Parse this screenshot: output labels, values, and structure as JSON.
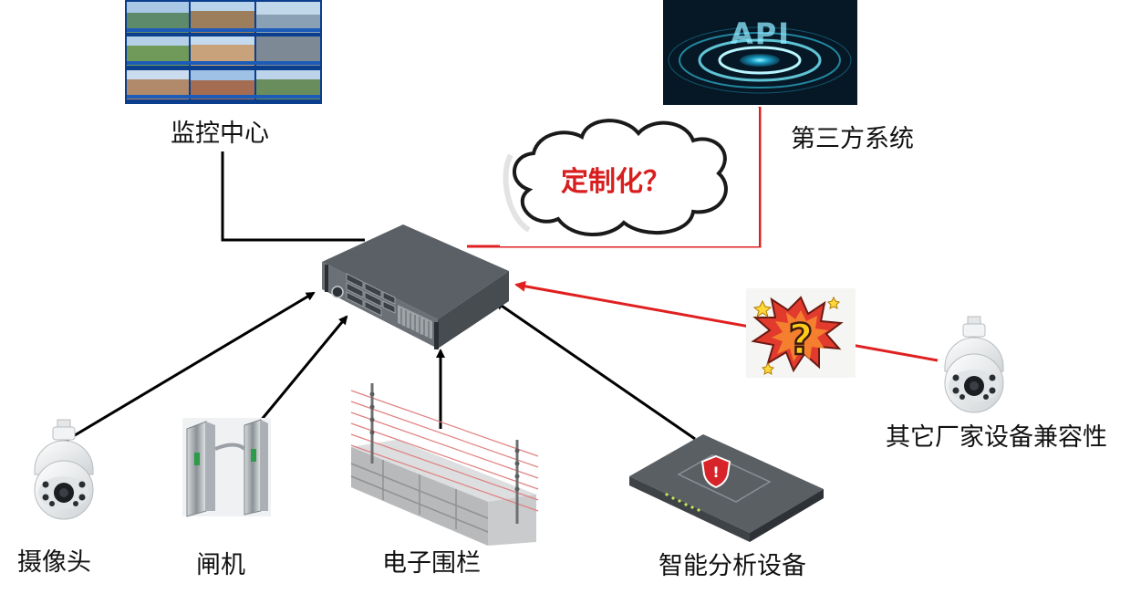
{
  "nodes": {
    "monitor_center": {
      "label": "监控中心"
    },
    "third_party": {
      "label": "第三方系统",
      "image_text": "API"
    },
    "customize": {
      "label": "定制化？"
    },
    "camera": {
      "label": "摄像头"
    },
    "gate": {
      "label": "闸机"
    },
    "fence": {
      "label": "电子围栏"
    },
    "analyzer": {
      "label": "智能分析设备"
    },
    "other_vendor": {
      "label": "其它厂家设备兼容性"
    }
  },
  "colors": {
    "black_link": "#000000",
    "red_link": "#e02020",
    "customize_text": "#d81e1e"
  }
}
